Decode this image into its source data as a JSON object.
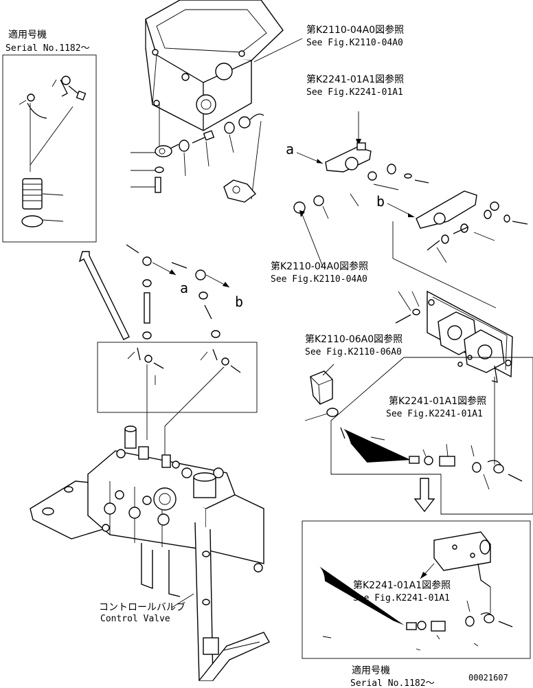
{
  "inset_top_left": {
    "jp": "適用号機",
    "en": "Serial No.1182～"
  },
  "inset_bottom_right": {
    "jp": "適用号機",
    "en": "Serial No.1182～"
  },
  "refs": {
    "ref1": {
      "jp": "第K2110-04A0図参照",
      "en": "See Fig.K2110-04A0"
    },
    "ref2": {
      "jp": "第K2241-01A1図参照",
      "en": "See Fig.K2241-01A1"
    },
    "ref3": {
      "jp": "第K2110-04A0図参照",
      "en": "See Fig.K2110-04A0"
    },
    "ref4": {
      "jp": "第K2110-06A0図参照",
      "en": "See Fig.K2110-06A0"
    },
    "ref5": {
      "jp": "第K2241-01A1図参照",
      "en": "See Fig.K2241-01A1"
    },
    "ref6": {
      "jp": "第K2241-01A1図参照",
      "en": "See Fig.K2241-01A1"
    }
  },
  "control_valve": {
    "jp": "コントロールバルブ",
    "en": "Control Valve"
  },
  "markers": {
    "a": "a",
    "b": "b"
  },
  "drawing_number": "00021607"
}
